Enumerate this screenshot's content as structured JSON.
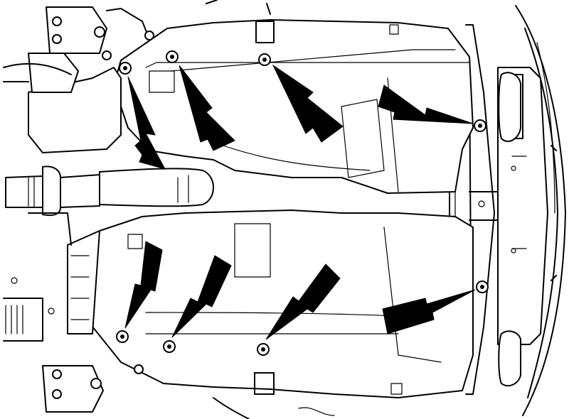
{
  "diagram": {
    "colors": {
      "line": "#000000",
      "background": "#ffffff",
      "arrow": "#000000"
    },
    "fasteners": [
      {
        "id": "upper-left"
      },
      {
        "id": "upper-mid-left"
      },
      {
        "id": "upper-mid"
      },
      {
        "id": "upper-right"
      },
      {
        "id": "lower-left"
      },
      {
        "id": "lower-mid-left"
      },
      {
        "id": "lower-mid"
      },
      {
        "id": "lower-right"
      }
    ]
  }
}
